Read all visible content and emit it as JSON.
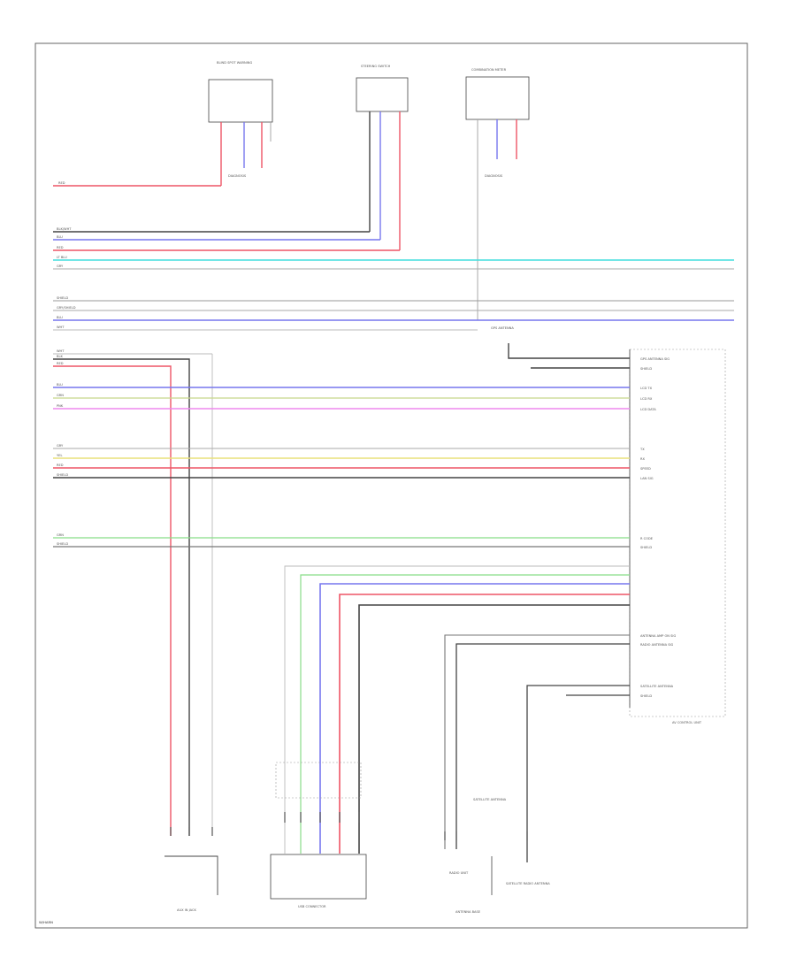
{
  "components": {
    "radio_unit": "RADIO UNIT",
    "usb_connector": "USB CONNECTOR",
    "av_control_unit": "AV CONTROL UNIT",
    "antenna_base": "ANTENNA BASE",
    "aux_input_jack": "AUX IN JACK",
    "satellite_antenna": "SATELLITE RADIO ANTENNA",
    "satellite_sub": "SATELLITE ANTENNA",
    "gps_antenna": "GPS ANTENNA",
    "front_component_a": "BLIND SPOT WARNING",
    "front_component_b": "STEERING SWITCH",
    "front_component_c": "COMBINATION METER",
    "diagnosis_label": "DIAGNOSIS",
    "diagnosis_label_2": "DIAGNOSIS",
    "sheet_id": "W/HARN"
  },
  "colors": {
    "red": "#ee5566",
    "blue": "#7777ee",
    "cyan": "#44dddd",
    "grey": "#aaaaaa",
    "black": "#444444",
    "yellow": "#e8e07a",
    "pink": "#ee88ee",
    "green": "#88dd88"
  },
  "wire_labels": {
    "w1": "RED",
    "w2": "BLK/WHT",
    "w3": "BLU",
    "w4": "RED",
    "w5": "LT BLU",
    "w6": "GRY",
    "w7": "SHIELD",
    "w8": "GRY/SHIELD",
    "w9": "BLU",
    "w10": "WHT",
    "w11": "WHT",
    "w12": "BLK",
    "w13": "RED",
    "w14": "BLU",
    "w15": "GRN",
    "w16": "PNK",
    "w17": "GRY",
    "w18": "YEL",
    "w19": "RED",
    "w20": "SHIELD",
    "w21": "GRN",
    "w22": "SHIELD"
  },
  "terminal_labels": {
    "t1": "GPS ANTENNA SIG",
    "t2": "SHIELD",
    "t3": "LCD TX",
    "t4": "LCD RX",
    "t5": "LCD DATA",
    "t6": "TX",
    "t7": "RX",
    "t8": "SPEED",
    "t9": "LAN SIG",
    "t10": "R CODE",
    "t11": "SHIELD",
    "t12": "ANTENNA AMP ON SIG",
    "t13": "RADIO ANTENNA SIG",
    "t14": "SATELLITE ANTENNA",
    "t15": "SHIELD"
  }
}
